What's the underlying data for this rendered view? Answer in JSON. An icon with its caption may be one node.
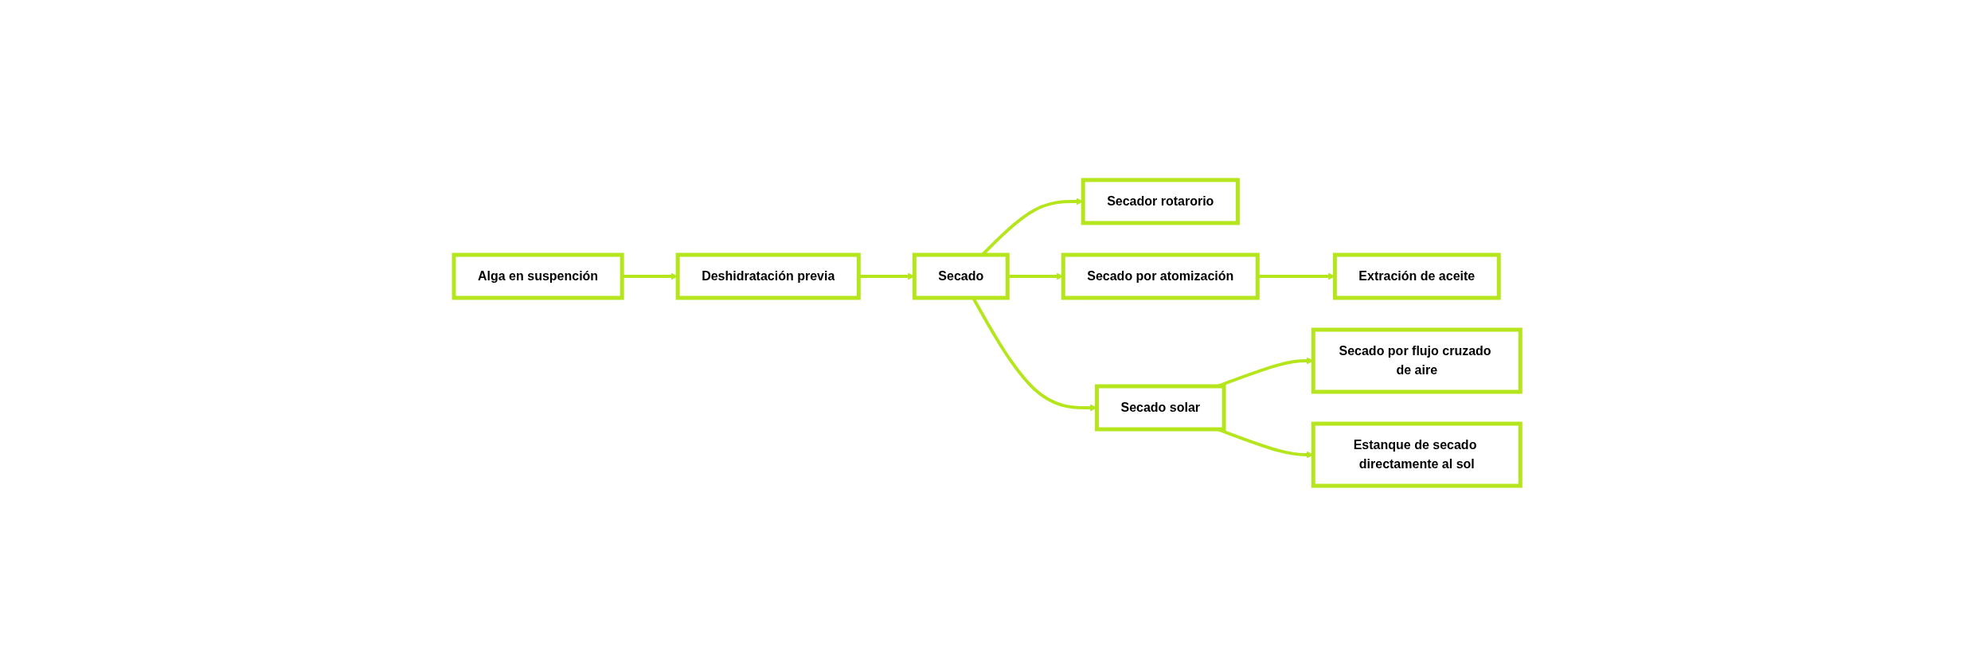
{
  "diagram": {
    "nodes": [
      {
        "text": [
          "Alga en suspención"
        ]
      },
      {
        "text": [
          "Deshidratación previa"
        ]
      },
      {
        "text": [
          "Secado"
        ]
      },
      {
        "text": [
          "Secador rotarorio"
        ]
      },
      {
        "text": [
          "Secado por atomización"
        ]
      },
      {
        "text": [
          "Extración de aceite"
        ]
      },
      {
        "text": [
          "Secado solar"
        ]
      },
      {
        "text": [
          "Secado por flujo cruzado de aire"
        ]
      },
      {
        "text": [
          "Estanque de secado directamente al sol"
        ]
      }
    ],
    "edges": [
      {
        "from": 0,
        "to": 1,
        "arrow": "to"
      },
      {
        "from": 1,
        "to": 2,
        "arrow": "to"
      },
      {
        "from": 2,
        "to": 3,
        "arrow": "to"
      },
      {
        "from": 2,
        "to": 4,
        "arrow": "to"
      },
      {
        "from": 2,
        "to": 6,
        "arrow": "to"
      },
      {
        "from": 4,
        "to": 5,
        "arrow": "to"
      },
      {
        "from": 6,
        "to": 7,
        "arrow": "to"
      },
      {
        "from": 6,
        "to": 8,
        "arrow": "to"
      }
    ]
  }
}
